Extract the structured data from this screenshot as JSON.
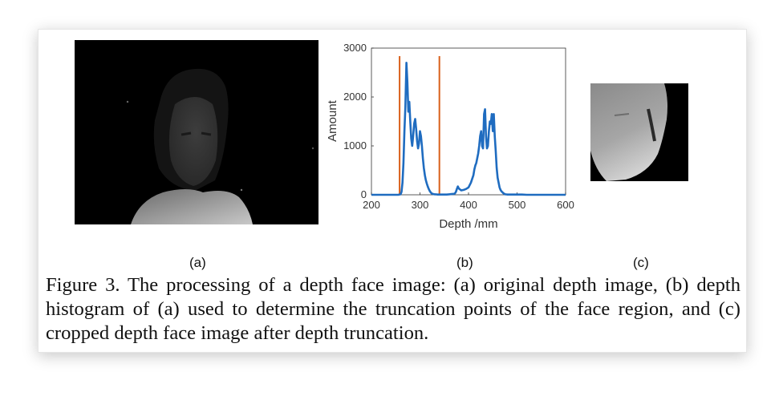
{
  "labels": {
    "a": "(a)",
    "b": "(b)",
    "c": "(c)"
  },
  "caption": "Figure 3.   The processing of a depth face image: (a) original depth image, (b) depth histogram of (a) used to determine the truncation points of the face region, and (c) cropped depth face image after depth truncation.",
  "chart_data": {
    "type": "line",
    "xlabel": "Depth /mm",
    "ylabel": "Amount",
    "xlim": [
      200,
      600
    ],
    "ylim": [
      0,
      3000
    ],
    "xticks": [
      200,
      300,
      400,
      500,
      600
    ],
    "yticks": [
      0,
      1000,
      2000,
      3000
    ],
    "grid": false,
    "series": [
      {
        "color": "#1f6cc0",
        "x": [
          200,
          255,
          260,
          262,
          264,
          266,
          268,
          270,
          272,
          274,
          276,
          278,
          280,
          282,
          284,
          286,
          288,
          290,
          292,
          294,
          296,
          298,
          300,
          302,
          304,
          306,
          308,
          310,
          312,
          314,
          316,
          318,
          320,
          322,
          324,
          326,
          328,
          330,
          332,
          334,
          336,
          338,
          340,
          342,
          344,
          346,
          348,
          350,
          355,
          360,
          365,
          370,
          372,
          374,
          376,
          378,
          380,
          385,
          390,
          395,
          400,
          405,
          410,
          412,
          414,
          416,
          418,
          420,
          422,
          424,
          426,
          428,
          430,
          432,
          434,
          436,
          438,
          440,
          442,
          444,
          446,
          448,
          450,
          452,
          454,
          456,
          458,
          460,
          462,
          464,
          466,
          468,
          470,
          472,
          474,
          476,
          478,
          480,
          482,
          484,
          486,
          488,
          490,
          495,
          500,
          505,
          510,
          520,
          530,
          540,
          550,
          560,
          570,
          580,
          590,
          600
        ],
        "y": [
          0,
          0,
          10,
          60,
          250,
          650,
          1300,
          1800,
          2700,
          2300,
          1700,
          1900,
          1500,
          1150,
          1000,
          1200,
          1450,
          1550,
          1350,
          1100,
          950,
          1050,
          1300,
          1200,
          1000,
          750,
          550,
          400,
          300,
          230,
          170,
          120,
          80,
          50,
          30,
          20,
          15,
          10,
          10,
          8,
          5,
          5,
          5,
          5,
          5,
          5,
          5,
          5,
          5,
          10,
          15,
          20,
          30,
          60,
          120,
          170,
          130,
          90,
          100,
          120,
          150,
          250,
          400,
          520,
          600,
          650,
          750,
          850,
          1000,
          1200,
          1300,
          1000,
          950,
          1650,
          1750,
          1200,
          950,
          1000,
          1300,
          1500,
          1450,
          1650,
          1300,
          1650,
          1200,
          900,
          550,
          350,
          250,
          150,
          100,
          70,
          50,
          30,
          20,
          10,
          8,
          5,
          5,
          5,
          5,
          5,
          5,
          5,
          5,
          5,
          5,
          0,
          0,
          0,
          0,
          0,
          0,
          0,
          0,
          0
        ]
      }
    ],
    "vertical_lines": [
      {
        "x": 258,
        "color": "#d9601c"
      },
      {
        "x": 340,
        "color": "#d9601c"
      }
    ]
  }
}
